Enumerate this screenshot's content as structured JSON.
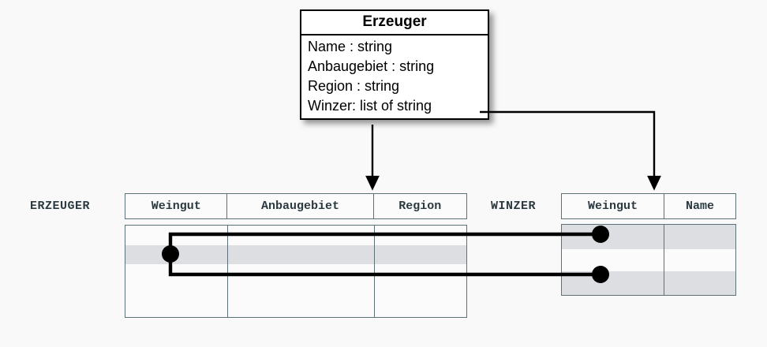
{
  "diagram": {
    "title": "Erzeuger mapping to relational tables",
    "background": "#f9f9f9",
    "line_color": "#000000",
    "table_border_color": "#5e7078",
    "row_shade_color": "#dcdee2"
  },
  "uml_class": {
    "name": "Erzeuger",
    "attributes": [
      "Name : string",
      "Anbaugebiet : string",
      "Region : string",
      "Winzer: list of string"
    ]
  },
  "tables": [
    {
      "label": "ERZEUGER",
      "columns": [
        "Weingut",
        "Anbaugebiet",
        "Region"
      ],
      "rows": [
        {
          "shaded": false,
          "cells": [
            "",
            "",
            ""
          ]
        },
        {
          "shaded": true,
          "cells": [
            "",
            "",
            ""
          ]
        },
        {
          "shaded": false,
          "cells": [
            "",
            "",
            ""
          ]
        },
        {
          "shaded": false,
          "cells": [
            "",
            "",
            ""
          ]
        }
      ]
    },
    {
      "label": "WINZER",
      "columns": [
        "Weingut",
        "Name"
      ],
      "rows": [
        {
          "shaded": true,
          "cells": [
            "",
            ""
          ]
        },
        {
          "shaded": false,
          "cells": [
            "",
            ""
          ]
        },
        {
          "shaded": true,
          "cells": [
            "",
            ""
          ]
        }
      ]
    }
  ],
  "connectors": {
    "class_to_erzeuger": "arrow from Erzeuger class box down to ERZEUGER table",
    "class_to_winzer": "arrow from Winzer attribute right then down to WINZER table",
    "row_link_top": "link from ERZEUGER shaded row to WINZER row 1",
    "row_link_bottom": "link from ERZEUGER shaded row to WINZER row 3"
  }
}
